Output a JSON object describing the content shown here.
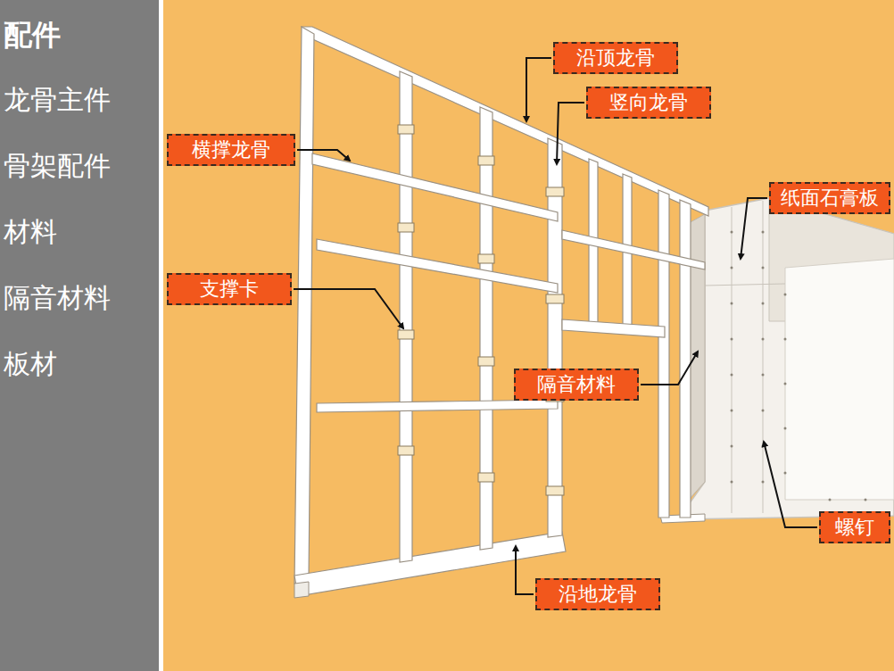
{
  "diagram": {
    "nodes": [
      {
        "text": [
          "沿顶龙骨"
        ]
      },
      {
        "text": [
          "竖向龙骨"
        ]
      },
      {
        "text": [
          "横撑龙骨"
        ]
      },
      {
        "text": [
          "纸面石膏板"
        ]
      },
      {
        "text": [
          "支撑卡"
        ]
      },
      {
        "text": [
          "隔音材料"
        ]
      },
      {
        "text": [
          "螺钉"
        ]
      },
      {
        "text": [
          "沿地龙骨"
        ]
      }
    ],
    "labels": [
      "配件",
      "龙骨主件",
      "骨架配件",
      "材料",
      "隔音材料",
      "板材"
    ]
  }
}
